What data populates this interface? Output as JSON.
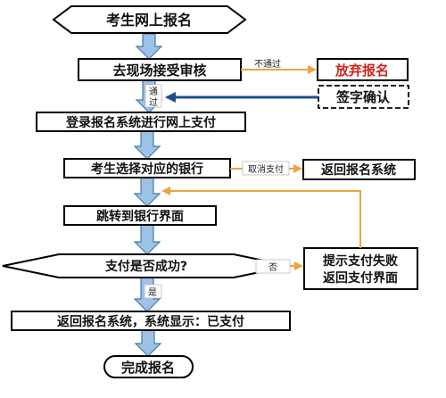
{
  "nodes": {
    "start": "考生网上报名",
    "review": "去现场接受审核",
    "abandon": "放弃报名",
    "sign": "签字确认",
    "pay_login": "登录报名系统进行网上支付",
    "select_bank": "考生选择对应的银行",
    "return_system": "返回报名系统",
    "jump_bank": "跳转到银行界面",
    "pay_success_q": "支付是否成功?",
    "fail_line1": "提示支付失败",
    "fail_line2": "返回支付界面",
    "paid": "返回报名系统，系统显示：已支付",
    "finish": "完成报名"
  },
  "edges": {
    "not_pass": "不通过",
    "pass_1": "通",
    "pass_2": "过",
    "cancel_pay": "取消支付",
    "no": "否",
    "yes": "是"
  },
  "colors": {
    "arrow_blue": "#9cc2e5",
    "arrow_blue_border": "#4a79a8",
    "orange": "#f0a33a",
    "abandon_red": "#d0261b",
    "dark_blue": "#1f4d8f"
  }
}
